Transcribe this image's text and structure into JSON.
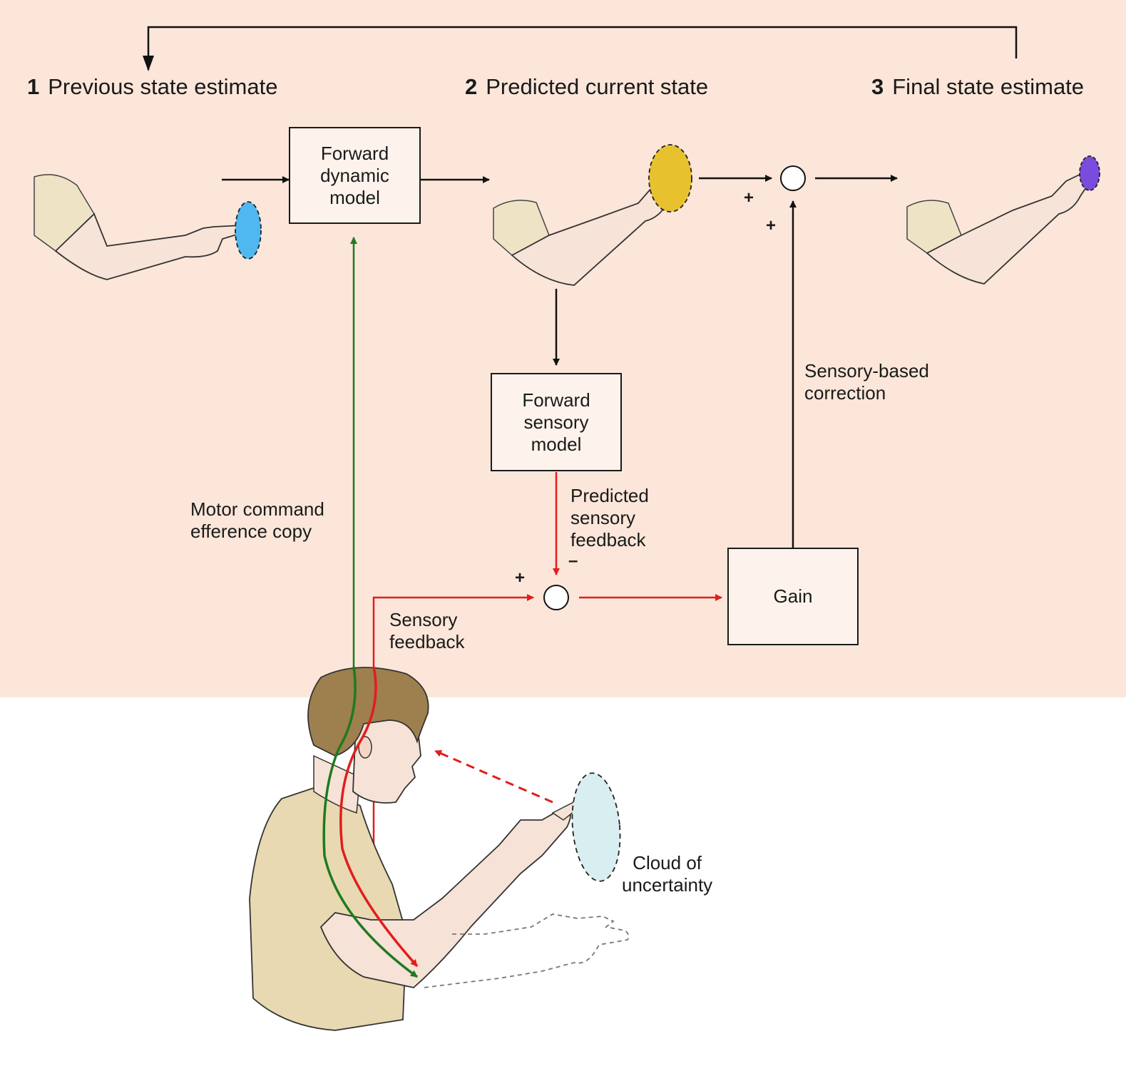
{
  "stages": [
    {
      "number": "1",
      "label": "Previous state estimate"
    },
    {
      "number": "2",
      "label": "Predicted current state"
    },
    {
      "number": "3",
      "label": "Final state estimate"
    }
  ],
  "boxes": {
    "forward_dynamic_model": [
      "Forward",
      "dynamic",
      "model"
    ],
    "forward_sensory_model": [
      "Forward",
      "sensory",
      "model"
    ],
    "gain": "Gain"
  },
  "labels": {
    "motor_command": [
      "Motor command",
      "efference copy"
    ],
    "predicted_sensory_feedback": [
      "Predicted",
      "sensory",
      "feedback"
    ],
    "sensory_feedback": [
      "Sensory",
      "feedback"
    ],
    "sensory_based_correction": [
      "Sensory-based",
      "correction"
    ],
    "cloud_of_uncertainty": [
      "Cloud of",
      "uncertainty"
    ]
  },
  "signs": {
    "plus": "+",
    "minus": "–"
  },
  "colors": {
    "background_panel": "#fbe6d9",
    "previous_estimate_ellipse": "#4fb8f0",
    "predicted_state_ellipse": "#e8c22e",
    "final_estimate_ellipse": "#7a4bdc",
    "uncertainty_cloud": "#d9eef0",
    "sensory_signal": "#e21d1d",
    "motor_signal": "#1f7a1f",
    "shirt": "#e8d9b2",
    "skin": "#f6e2d6",
    "hair": "#9e7f4e"
  }
}
